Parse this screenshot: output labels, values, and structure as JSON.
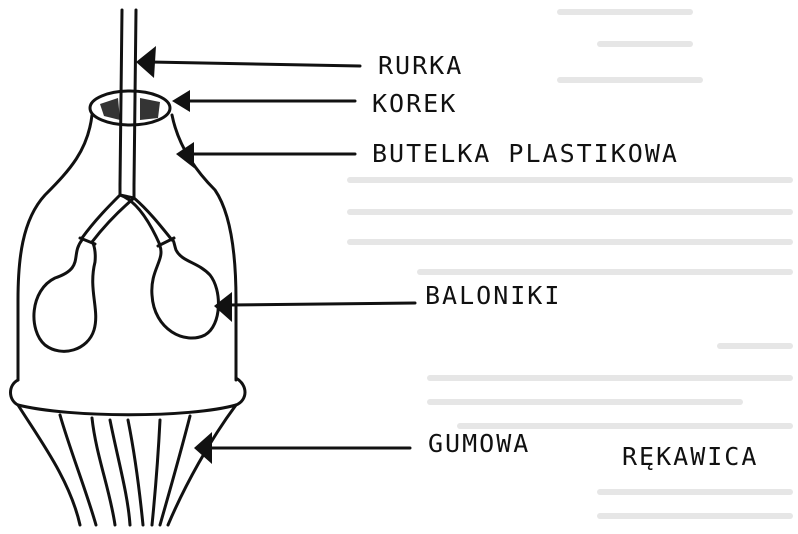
{
  "labels": {
    "rurka": "RURKA",
    "korek": "KOREK",
    "butelka": "BUTELKA  PLASTIKOWA",
    "baloniki": "BALONIKI",
    "gumowa": "GUMOWA",
    "rekawica": "RĘKAWICA"
  }
}
